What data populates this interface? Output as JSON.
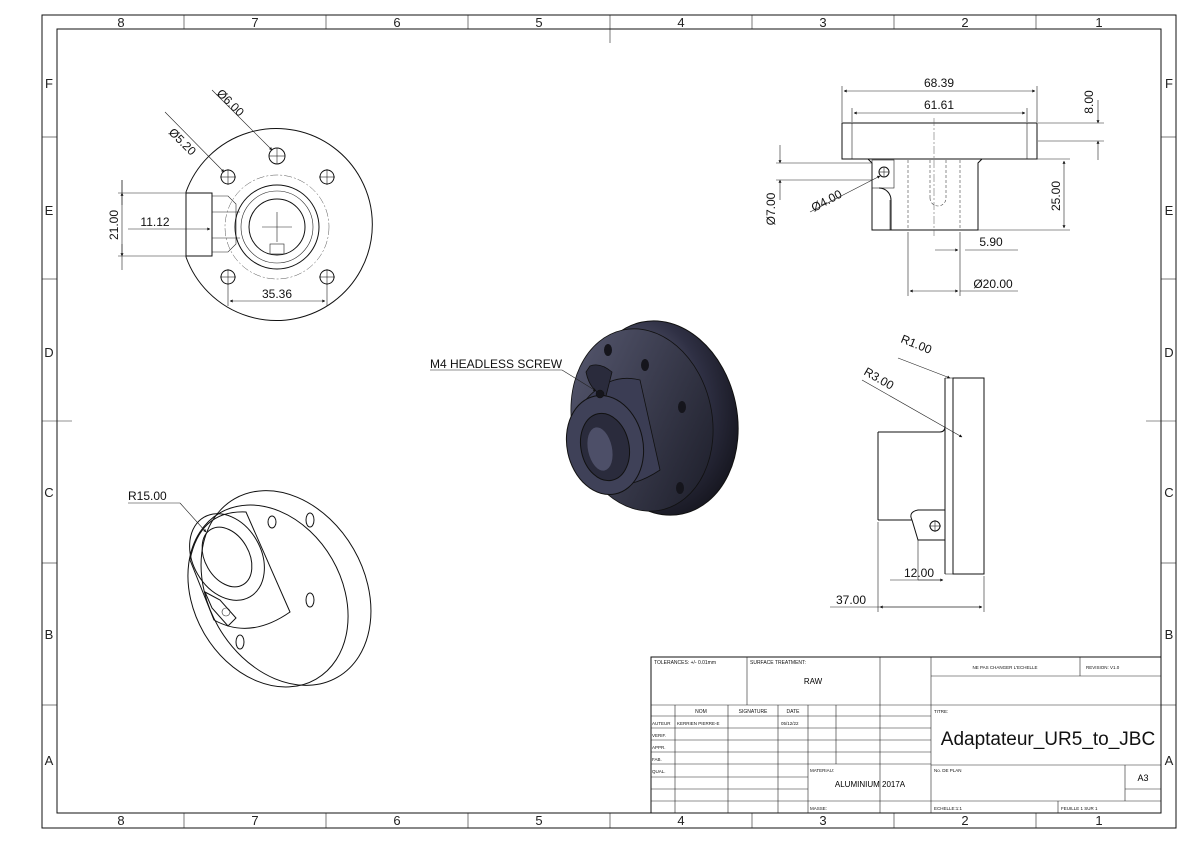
{
  "zones": {
    "columns": [
      "8",
      "7",
      "6",
      "5",
      "4",
      "3",
      "2",
      "1"
    ],
    "rows": [
      "F",
      "E",
      "D",
      "C",
      "B",
      "A"
    ]
  },
  "dimensions": {
    "front": {
      "d_small": "Ø5.20",
      "d_hole": "Ø6.00",
      "slot_height": "21.00",
      "slot_depth": "11.12",
      "spacing": "35.36"
    },
    "top": {
      "overall": "68.39",
      "inner": "61.61",
      "flange": "8.00",
      "body": "25.00",
      "d7": "Ø7.00",
      "d4": "Ø4.00",
      "offset": "5.90",
      "d20": "Ø20.00"
    },
    "side": {
      "r1": "R1.00",
      "r3": "R3.00",
      "w12": "12.00",
      "w37": "37.00"
    },
    "iso": {
      "r15": "R15.00"
    }
  },
  "callouts": {
    "screw": "M4 HEADLESS SCREW"
  },
  "title_block": {
    "tolerances": "TOLERANCES: +/- 0.01mm",
    "surface_label": "SURFACE TREATMENT:",
    "surface_value": "RAW",
    "headers": [
      "NOM",
      "SIGNATURE",
      "DATE"
    ],
    "row_labels": [
      "AUTEUR",
      "VERIF.",
      "APPR.",
      "FAB.",
      "QUAL."
    ],
    "author_name": "KERRIEN PIERRE-E",
    "date": "05/12/22",
    "material_label": "MATERIAU:",
    "material_value": "ALUMINIUM 2017A",
    "mass_label": "MASSE:",
    "no_scale": "NE PAS CHANGER L'ECHELLE",
    "revision": "REVISION: V1.0",
    "title_label": "TITRE:",
    "title": "Adaptateur_UR5_to_JBC",
    "plan_label": "No. DE PLAN",
    "format": "A3",
    "scale": "ECHELLE:1:1",
    "sheet": "FEUILLE 1 SUR 1"
  }
}
